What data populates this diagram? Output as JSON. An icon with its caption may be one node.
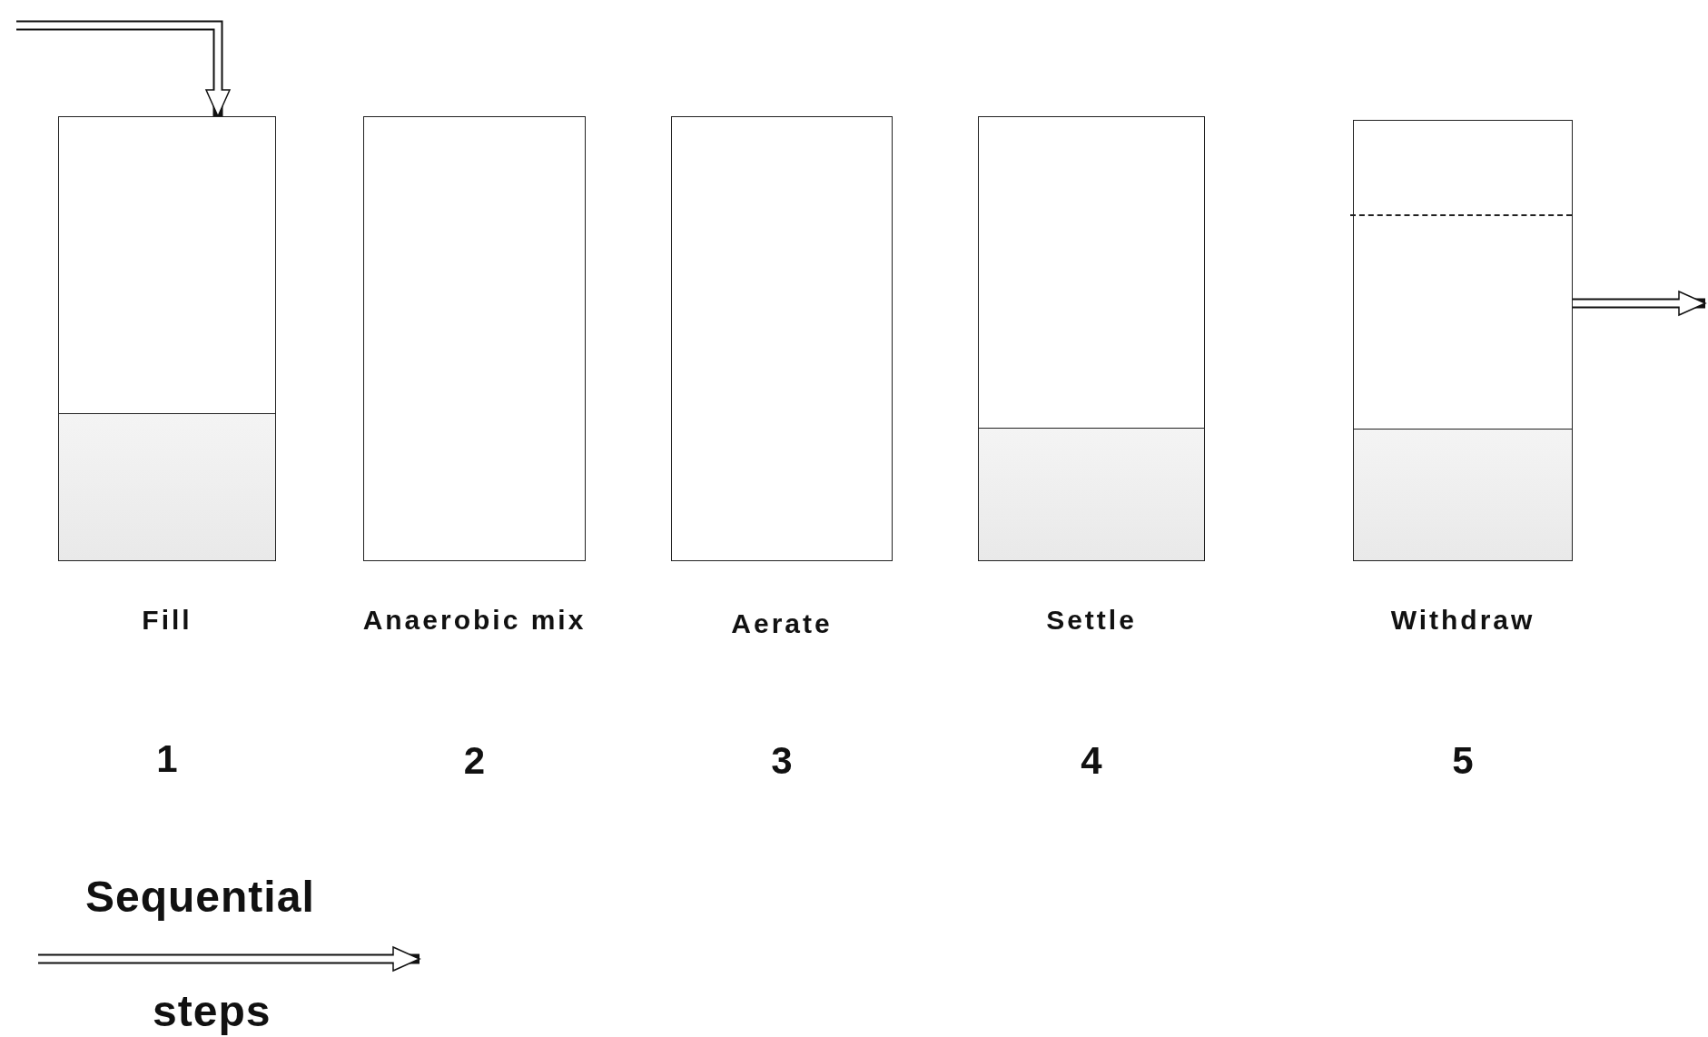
{
  "diagram": {
    "nodes": [
      {
        "text": [],
        "shape": "box",
        "beside": [
          "Fill",
          "1"
        ]
      },
      {
        "text": [],
        "shape": "box",
        "in": 0
      },
      {
        "text": [],
        "shape": "box",
        "beside": [
          "Anaerobic mix",
          "2"
        ]
      },
      {
        "text": [],
        "shape": "box",
        "beside": [
          "Aerate",
          "3"
        ]
      },
      {
        "text": [],
        "shape": "box",
        "beside": [
          "Settle",
          "4"
        ]
      },
      {
        "text": [],
        "shape": "box",
        "in": 4
      },
      {
        "text": [],
        "shape": "box",
        "beside": [
          "Withdraw",
          "5"
        ]
      },
      {
        "text": [],
        "shape": "box",
        "in": 6
      }
    ],
    "edges": [
      {
        "from": null,
        "to": 0,
        "arrow": "to"
      },
      {
        "from": 6,
        "to": null,
        "arrow": "to"
      }
    ],
    "labels": [
      "Sequential",
      "steps"
    ]
  }
}
